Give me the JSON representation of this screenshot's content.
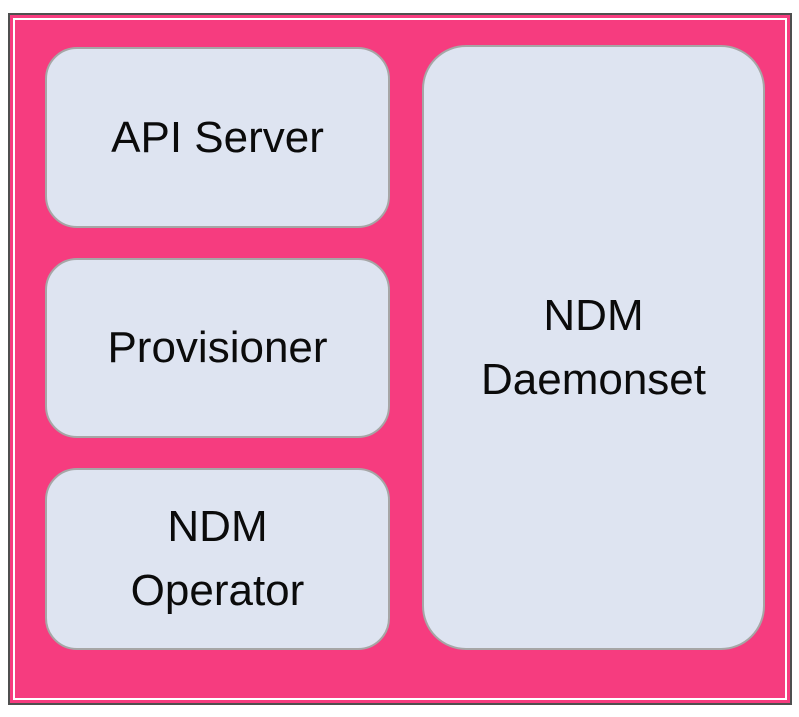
{
  "diagram": {
    "type": "block-diagram",
    "frame_name": "cluster-frame",
    "nodes": [
      {
        "id": "api-server",
        "label": "API Server",
        "lines": [
          "API Server"
        ]
      },
      {
        "id": "provisioner",
        "label": "Provisioner",
        "lines": [
          "Provisioner"
        ]
      },
      {
        "id": "ndm-operator",
        "label": "NDM Operator",
        "lines": [
          "NDM",
          "Operator"
        ]
      },
      {
        "id": "ndm-daemonset",
        "label": "NDM Daemonset",
        "lines": [
          "NDM",
          "Daemonset"
        ]
      }
    ]
  },
  "colors": {
    "page-bg": "#FFFFFF",
    "frame-fill": "#F63C7F",
    "frame-border": "#4F4F4F",
    "frame-inner-line": "#FFFFFF",
    "node-fill": "#DEE4F1",
    "node-border": "#A6A6A6",
    "node-text": "#0B0B0B"
  }
}
